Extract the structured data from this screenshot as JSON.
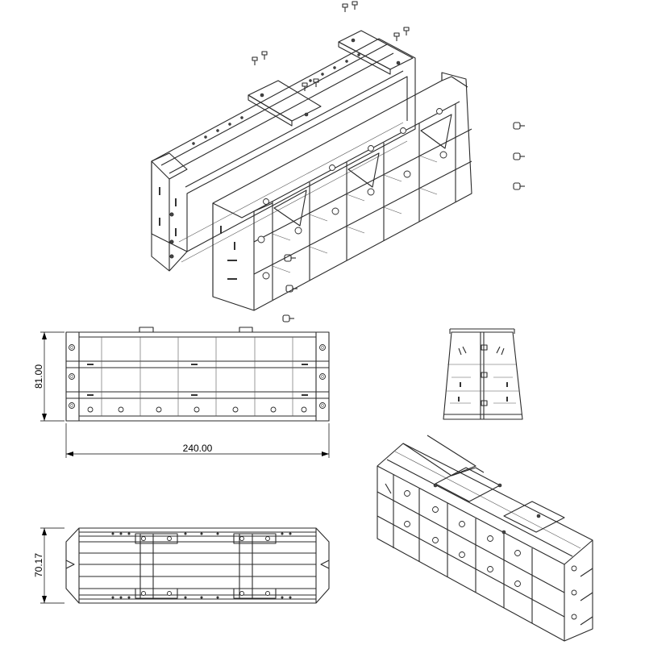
{
  "dimensions": {
    "front_height": "81.00",
    "front_length": "240.00",
    "top_depth": "70.17"
  },
  "views": [
    {
      "name": "exploded-isometric"
    },
    {
      "name": "front-view"
    },
    {
      "name": "side-view"
    },
    {
      "name": "top-view"
    },
    {
      "name": "assembled-isometric"
    }
  ]
}
